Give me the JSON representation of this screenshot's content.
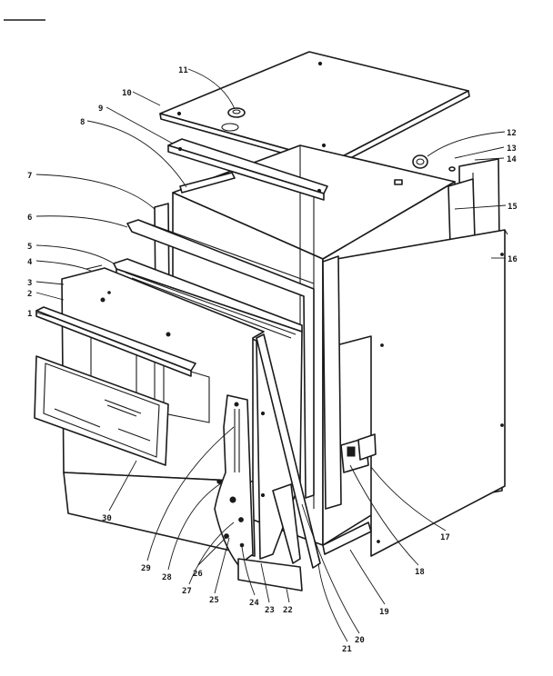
{
  "diagram": {
    "line_color": "#1a1a1a",
    "background": "#ffffff",
    "callouts": [
      "1",
      "2",
      "3",
      "4",
      "5",
      "6",
      "7",
      "8",
      "9",
      "10",
      "11",
      "12",
      "13",
      "14",
      "15",
      "16",
      "17",
      "18",
      "19",
      "20",
      "21",
      "22",
      "23",
      "24",
      "25",
      "26",
      "27",
      "28",
      "29",
      "30"
    ]
  }
}
